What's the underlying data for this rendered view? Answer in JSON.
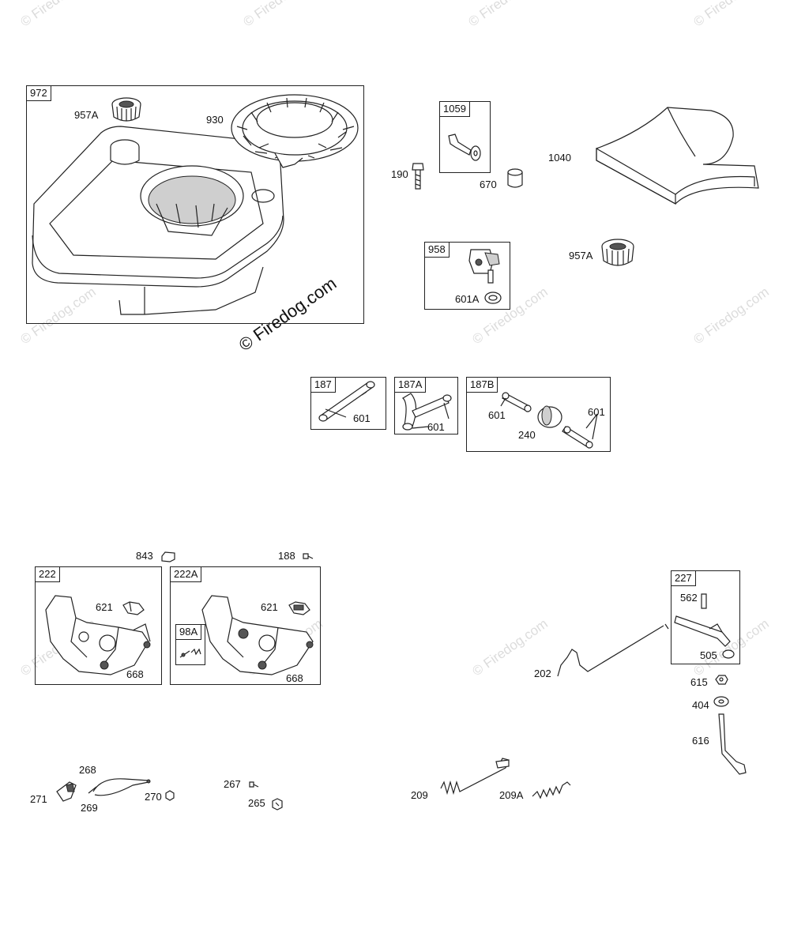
{
  "watermark": "© Firedog.com",
  "watermark_main": "© Firedog.com",
  "boxes": {
    "b972": "972",
    "b1059": "1059",
    "b958": "958",
    "b187": "187",
    "b187a": "187A",
    "b187b": "187B",
    "b222": "222",
    "b222a": "222A",
    "b98a": "98A",
    "b227": "227"
  },
  "parts": {
    "p957a_1": "957A",
    "p930": "930",
    "p190": "190",
    "p670": "670",
    "p1040": "1040",
    "p957a_2": "957A",
    "p601a": "601A",
    "p601_1": "601",
    "p601_2": "601",
    "p601_3": "601",
    "p601_4": "601",
    "p240": "240",
    "p843": "843",
    "p188": "188",
    "p621_1": "621",
    "p668_1": "668",
    "p621_2": "621",
    "p668_2": "668",
    "p562": "562",
    "p505": "505",
    "p202": "202",
    "p615": "615",
    "p404": "404",
    "p616": "616",
    "p268": "268",
    "p271": "271",
    "p269": "269",
    "p270": "270",
    "p267": "267",
    "p265": "265",
    "p209": "209",
    "p209a": "209A"
  }
}
